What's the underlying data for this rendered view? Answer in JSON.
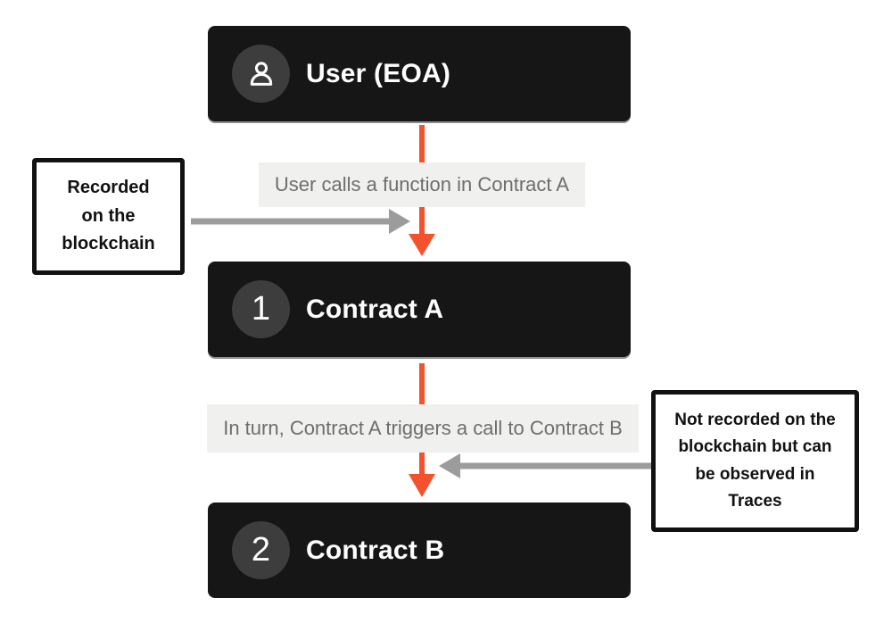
{
  "colors": {
    "canvas-bg": "#ffffff",
    "box-bg": "#161616",
    "badge-bg": "#3d3d3d",
    "box-title": "#ffffff",
    "accent-orange": "#f4512e",
    "arrow-gray": "#9c9c9c",
    "label-bg": "#f0f0ef",
    "label-text": "#6e6e6e",
    "callout-border": "#111111",
    "callout-text": "#111111",
    "box-divider": "#8f8f8f"
  },
  "nodes": [
    {
      "badge": "",
      "title": "User (EOA)",
      "icon": "user-icon"
    },
    {
      "badge": "1",
      "title": "Contract A"
    },
    {
      "badge": "2",
      "title": "Contract B"
    }
  ],
  "flow_labels": [
    {
      "text": "User calls a function in Contract A"
    },
    {
      "text": "In turn, Contract A triggers a call to Contract B"
    }
  ],
  "callouts": {
    "left": {
      "lines": [
        "Recorded",
        "on the",
        "blockchain"
      ]
    },
    "right": {
      "lines": [
        "Not recorded on the",
        "blockchain but can",
        "be observed in",
        "Traces"
      ]
    }
  }
}
